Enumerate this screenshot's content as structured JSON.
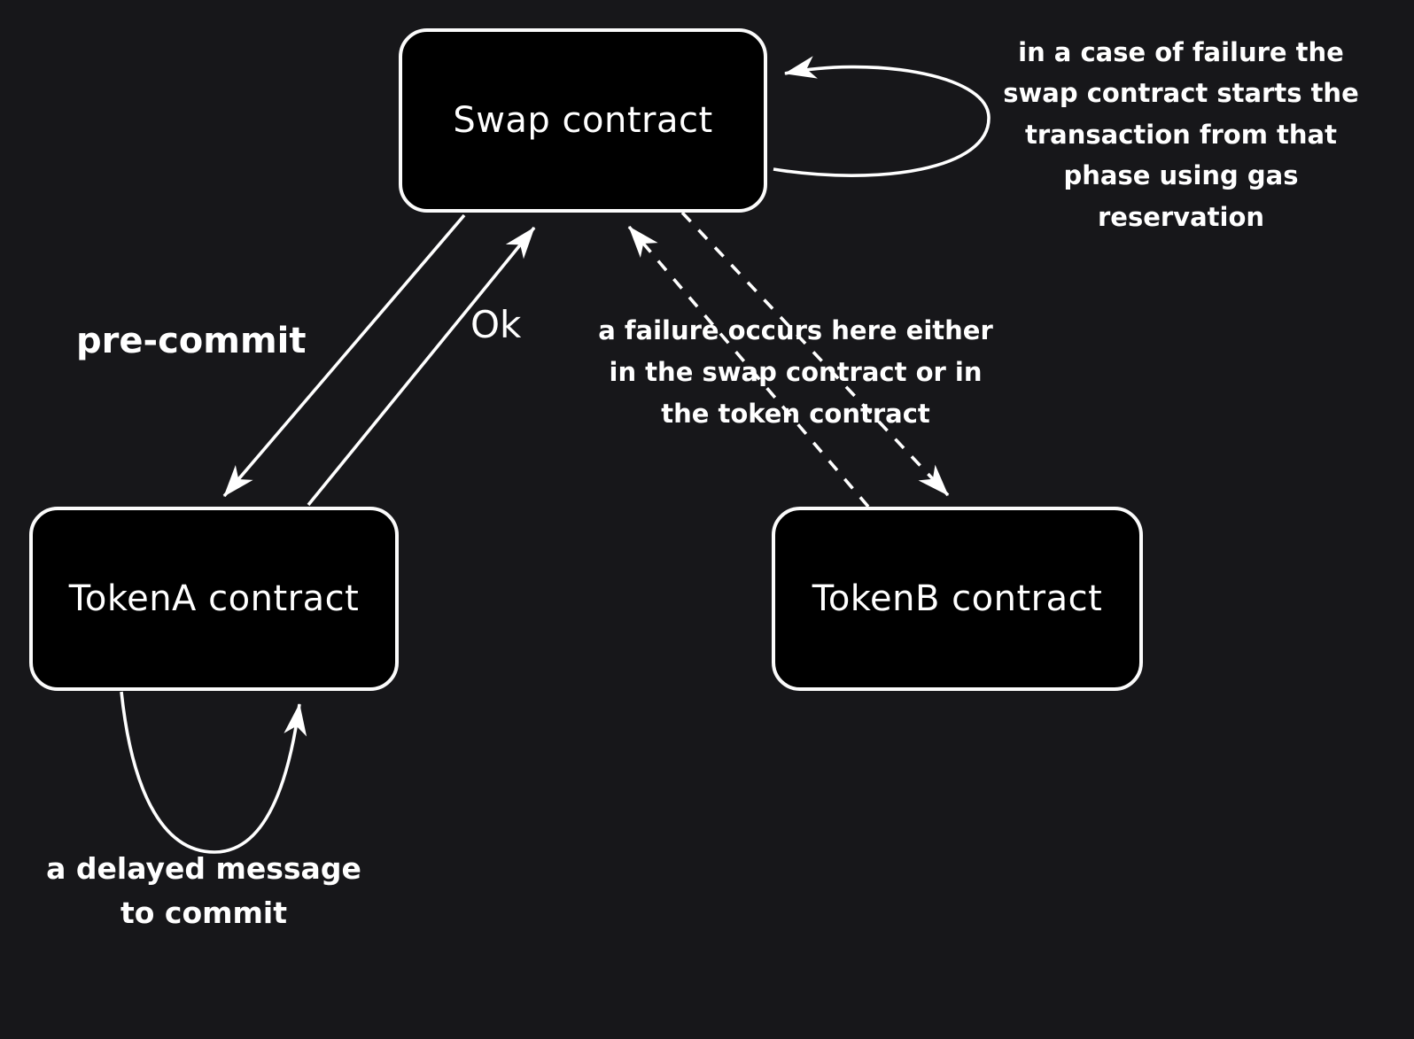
{
  "canvas": {
    "background_color": "#17171a",
    "node_fill_color": "#000000",
    "line_color": "#ffffff"
  },
  "nodes": {
    "swap": {
      "label": "Swap contract"
    },
    "tokenA": {
      "label": "TokenA contract"
    },
    "tokenB": {
      "label": "TokenB contract"
    }
  },
  "edge_labels": {
    "pre_commit": "pre-commit",
    "ok": "Ok"
  },
  "annotations": {
    "gas_reservation": "in a case of failure the\nswap contract starts the\ntransaction from that\nphase using gas\nreservation",
    "failure": "a failure occurs here either\nin the swap contract or in\nthe token contract",
    "delayed_commit": "a delayed message\nto commit"
  }
}
